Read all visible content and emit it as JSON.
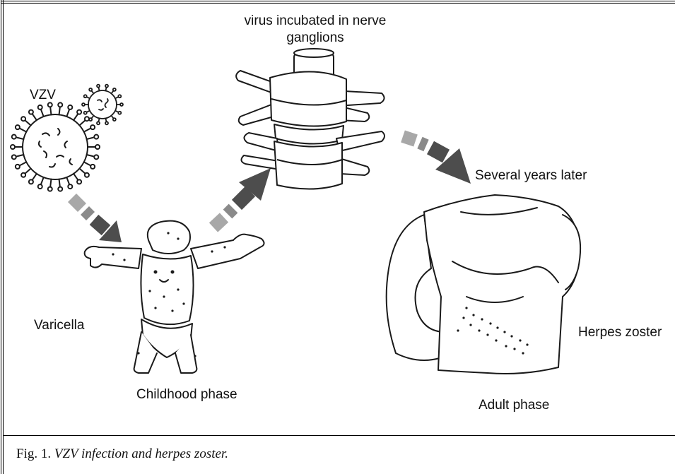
{
  "labels": {
    "vzv": "VZV",
    "ganglia": "virus incubated in nerve ganglions",
    "years": "Several years later",
    "varicella": "Varicella",
    "childhood": "Childhood phase",
    "herpes": "Herpes zoster",
    "adult": "Adult phase"
  },
  "caption": {
    "number": "Fig. 1.",
    "title": "VZV infection and herpes zoster."
  },
  "colors": {
    "arrow_dark": "#4d4d4d",
    "arrow_light": "#a8a8a8",
    "line": "#1a1a1a"
  }
}
